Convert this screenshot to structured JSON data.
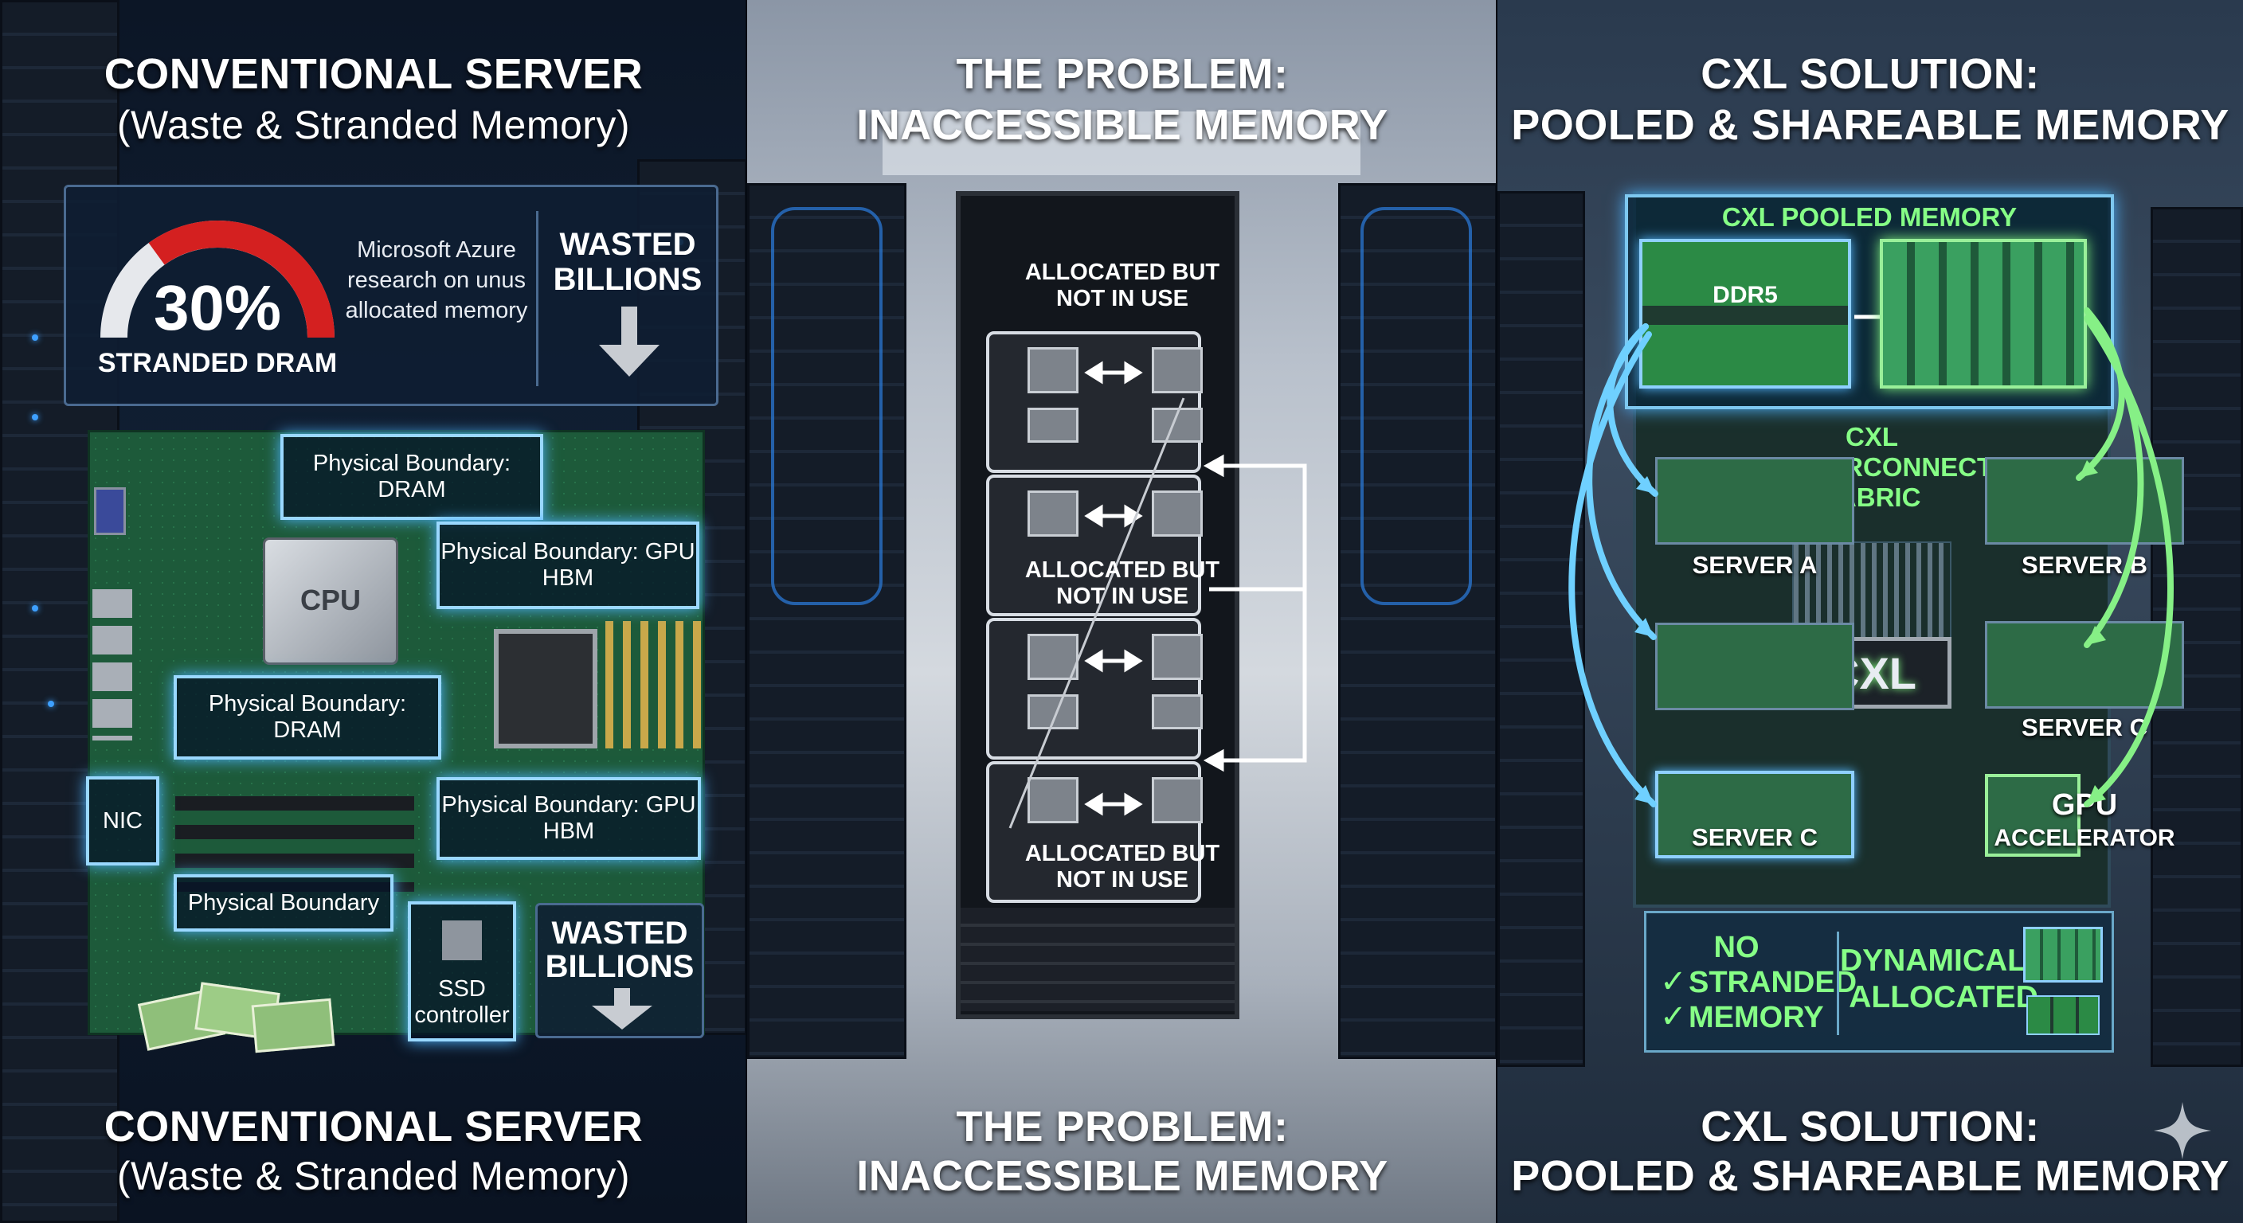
{
  "panel1": {
    "title": "CONVENTIONAL SERVER",
    "subtitle": "(Waste & Stranded Memory)",
    "gauge_value": "30%",
    "gauge_label": "STRANDED DRAM",
    "gauge_fraction": 0.3,
    "research_text": "Microsoft Azure research on unus allocated memory",
    "wasted_top": "WASTED BILLIONS",
    "boundaries": [
      "Physical Boundary: DRAM",
      "Physical Boundary: GPU HBM",
      "Physical Boundary: DRAM",
      "Physical Boundary: GPU HBM",
      "Physical Boundary"
    ],
    "cpu_label": "CPU",
    "nic_label": "NIC",
    "ssd_label": "SSD controller",
    "wasted_bottom": "WASTED BILLIONS",
    "footer_title": "CONVENTIONAL SERVER",
    "footer_subtitle": "(Waste & Stranded Memory)"
  },
  "panel2": {
    "title_line1": "THE PROBLEM:",
    "title_line2": "INACCESSIBLE MEMORY",
    "label_top": "ALLOCATED BUT NOT IN USE",
    "label_mid": "ALLOCATED BUT NOT IN USE",
    "label_bottom": "ALLOCATED BUT NOT IN USE",
    "footer_line1": "THE PROBLEM:",
    "footer_line2": "INACCESSIBLE MEMORY"
  },
  "panel3": {
    "title_line1": "CXL SOLUTION:",
    "title_line2": "POOLED & SHAREABLE MEMORY",
    "pool_label": "CXL POOLED MEMORY",
    "ddr_label": "DDR5",
    "fabric_label": "CXL INTERCONNECT FABRIC",
    "cxl_chip": "CXL",
    "servers": [
      "SERVER A",
      "SERVER B",
      "SERVER C",
      "SERVER C"
    ],
    "gpu_label": "GPU",
    "gpu_sub": "ACCELERATOR",
    "no_stranded_1": "NO",
    "no_stranded_2": "STRANDED",
    "no_stranded_3": "MEMORY",
    "dynamic_1": "DYNAMICALLY",
    "dynamic_2": "ALLOCATED",
    "footer_line1": "CXL SOLUTION:",
    "footer_line2": "POOLED & SHAREABLE MEMORY"
  },
  "colors": {
    "accent_blue": "#9ad8ff",
    "gauge_red": "#d42020",
    "cxl_green": "#86ff86"
  }
}
